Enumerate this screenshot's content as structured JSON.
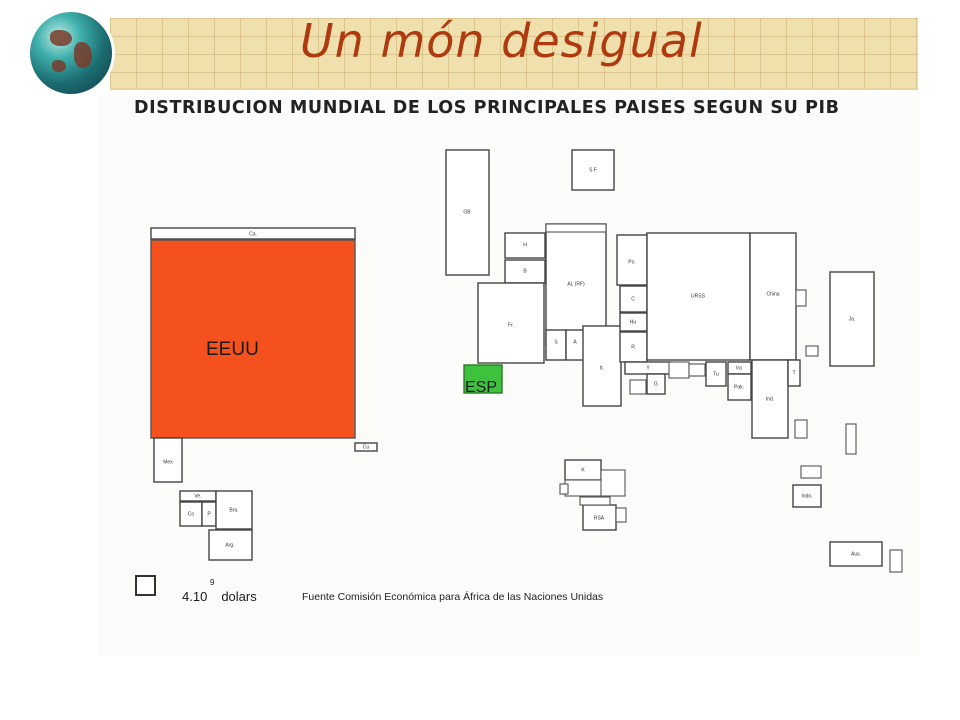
{
  "header": {
    "title": "Un món desigual",
    "colors": {
      "banner": "#efe0ad",
      "title": "#b03a10",
      "globe": "#1b6b70"
    },
    "icon": "globe-icon"
  },
  "diagram": {
    "heading": "DISTRIBUCION MUNDIAL DE LOS PRINCIPALES PAISES SEGUN SU PIB",
    "highlight_colors": {
      "usa": "#f4511e",
      "spain": "#3ec23e"
    },
    "countries": [
      {
        "id": "ca",
        "label": "Ca."
      },
      {
        "id": "usa",
        "label": "EEUU"
      },
      {
        "id": "mex",
        "label": "Mex"
      },
      {
        "id": "ve",
        "label": "Ve."
      },
      {
        "id": "co",
        "label": "Co"
      },
      {
        "id": "pe",
        "label": "P"
      },
      {
        "id": "bra",
        "label": "Bra."
      },
      {
        "id": "arg",
        "label": "Arg."
      },
      {
        "id": "cu",
        "label": "Cu"
      },
      {
        "id": "gb",
        "label": "GB"
      },
      {
        "id": "sf",
        "label": "S  F"
      },
      {
        "id": "h",
        "label": "H"
      },
      {
        "id": "b",
        "label": "B"
      },
      {
        "id": "al",
        "label": "AL (RF)"
      },
      {
        "id": "fr",
        "label": "Fr."
      },
      {
        "id": "s",
        "label": "S"
      },
      {
        "id": "a",
        "label": "A"
      },
      {
        "id": "it",
        "label": "It."
      },
      {
        "id": "esp",
        "label": "ESP"
      },
      {
        "id": "po",
        "label": "Po."
      },
      {
        "id": "c",
        "label": "C"
      },
      {
        "id": "hu",
        "label": "Hu"
      },
      {
        "id": "r",
        "label": "R"
      },
      {
        "id": "urss",
        "label": "URSS"
      },
      {
        "id": "china",
        "label": "China"
      },
      {
        "id": "ja",
        "label": "Ja."
      },
      {
        "id": "y",
        "label": "Y"
      },
      {
        "id": "g",
        "label": "G"
      },
      {
        "id": "tu",
        "label": "Tu"
      },
      {
        "id": "ira",
        "label": "Ira"
      },
      {
        "id": "pak",
        "label": "Pak."
      },
      {
        "id": "ind",
        "label": "Ind."
      },
      {
        "id": "t",
        "label": "T"
      },
      {
        "id": "indo",
        "label": "Indo."
      },
      {
        "id": "aus",
        "label": "Aus."
      },
      {
        "id": "rsa",
        "label": "RSA"
      },
      {
        "id": "k",
        "label": "K"
      }
    ]
  },
  "legend": {
    "value_prefix": "4.10",
    "value_exponent": "9",
    "value_unit": "dolars"
  },
  "source": "Fuente Comisión Económica para África de las Naciones Unidas"
}
